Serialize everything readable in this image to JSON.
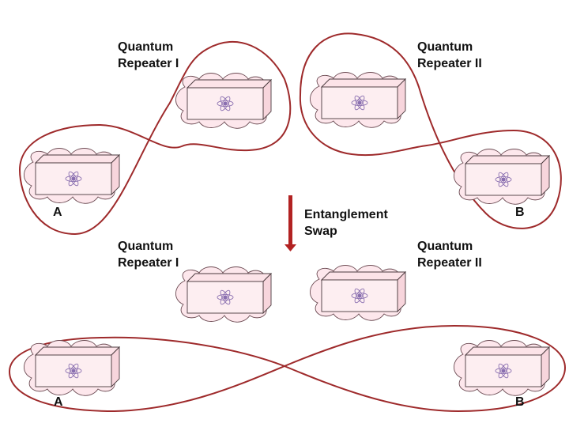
{
  "labels": {
    "repeater_1": "Quantum\nRepeater I",
    "repeater_2": "Quantum\nRepeater II",
    "node_a": "A",
    "node_b": "B",
    "swap": "Entanglement\nSwap"
  },
  "colors": {
    "loop": "#9e2a2b",
    "arrow": "#b22222",
    "cloud_fill": "#fde7ec",
    "cloud_stroke": "#6b4a52",
    "atom": "#8a6fb0"
  },
  "icons": {
    "node": "atom-in-cloud-box-icon",
    "arrow": "down-arrow-icon"
  }
}
